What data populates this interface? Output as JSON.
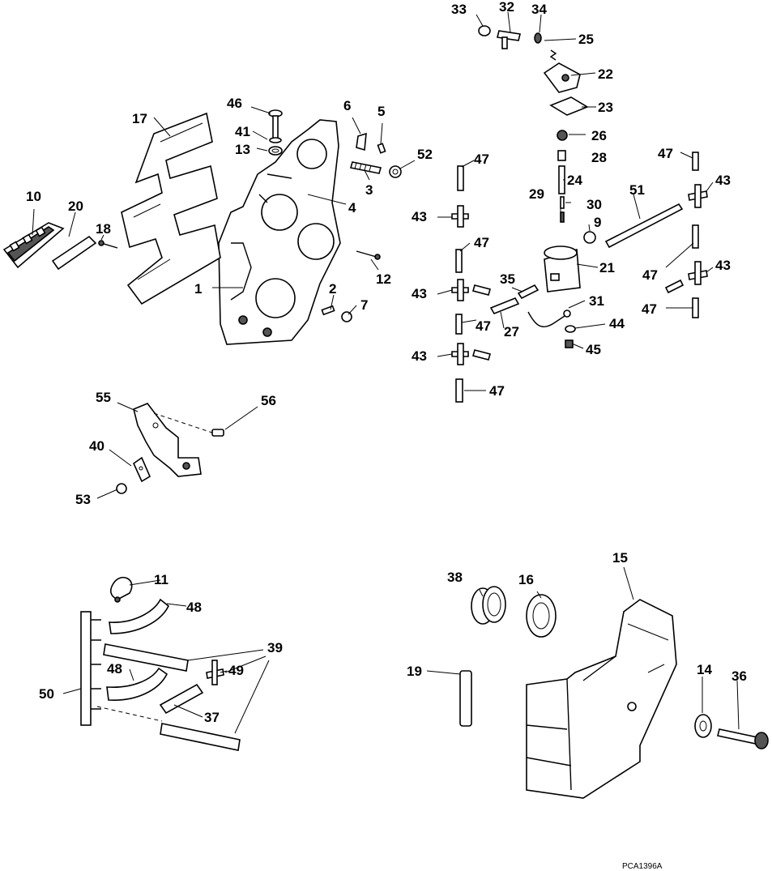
{
  "diagram_code": "PCA1396A",
  "callouts": {
    "c1": "1",
    "c2": "2",
    "c3": "3",
    "c4": "4",
    "c5": "5",
    "c6": "6",
    "c7": "7",
    "c9": "9",
    "c10": "10",
    "c11": "11",
    "c12": "12",
    "c13": "13",
    "c14": "14",
    "c15": "15",
    "c16": "16",
    "c17": "17",
    "c18": "18",
    "c19": "19",
    "c20": "20",
    "c21": "21",
    "c22": "22",
    "c23": "23",
    "c24": "24",
    "c25": "25",
    "c26": "26",
    "c27": "27",
    "c28": "28",
    "c29": "29",
    "c30": "30",
    "c31": "31",
    "c32": "32",
    "c33": "33",
    "c34": "34",
    "c35": "35",
    "c36": "36",
    "c37": "37",
    "c38": "38",
    "c39": "39",
    "c40": "40",
    "c41": "41",
    "c43": "43",
    "c44": "44",
    "c45": "45",
    "c46": "46",
    "c47": "47",
    "c48": "48",
    "c49": "49",
    "c50": "50",
    "c51": "51",
    "c52": "52",
    "c53": "53",
    "c55": "55",
    "c56": "56"
  }
}
